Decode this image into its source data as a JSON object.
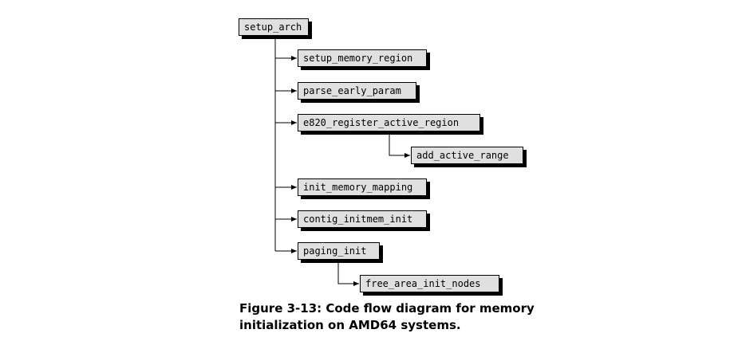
{
  "nodes": {
    "setup_arch": "setup_arch",
    "setup_memory_region": "setup_memory_region",
    "parse_early_param": "parse_early_param",
    "e820_register_active_region": "e820_register_active_region",
    "add_active_range": "add_active_range",
    "init_memory_mapping": "init_memory_mapping",
    "contig_initmem_init": "contig_initmem_init",
    "paging_init": "paging_init",
    "free_area_init_nodes": "free_area_init_nodes"
  },
  "caption": {
    "line1": "Figure 3-13: Code flow diagram for memory",
    "line2": "initialization on AMD64 systems."
  }
}
